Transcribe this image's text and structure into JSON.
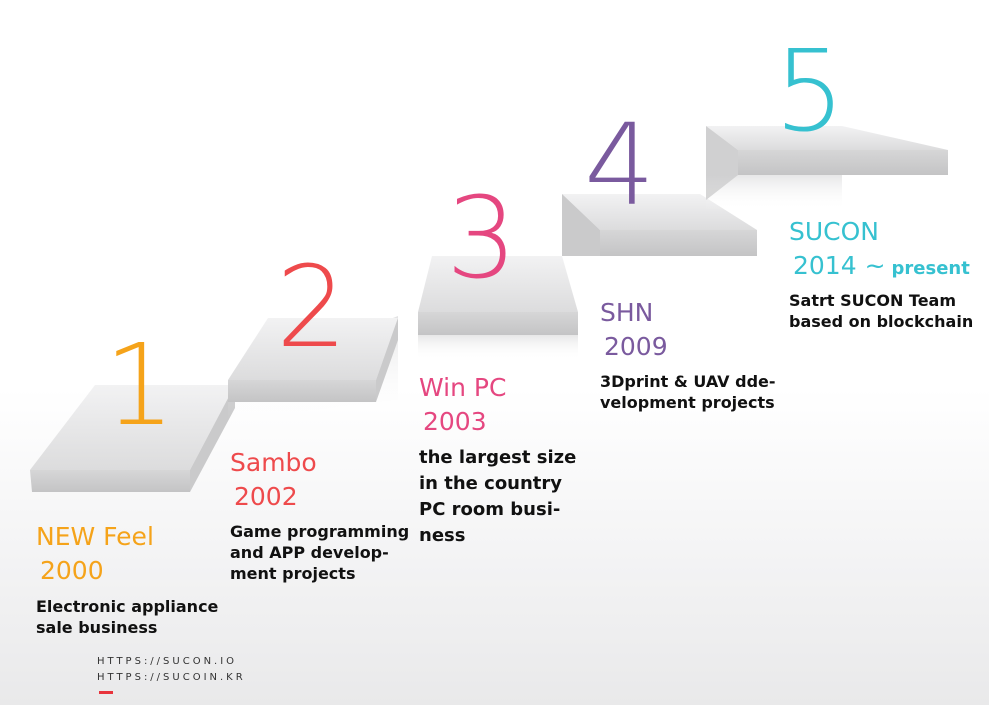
{
  "colors": {
    "step1": "#f5a31a",
    "step2": "#ee4a4c",
    "step3": "#e54780",
    "step4": "#7a5a9e",
    "step5": "#36c1d0"
  },
  "steps": [
    {
      "number": "1",
      "company": "NEW Feel",
      "year": "2000",
      "description_lines": [
        "Electronic appliance",
        "sale business"
      ]
    },
    {
      "number": "2",
      "company": "Sambo",
      "year": "2002",
      "description_lines": [
        "Game programming",
        "and APP develop-",
        "ment projects"
      ]
    },
    {
      "number": "3",
      "company": "Win PC",
      "year": "2003",
      "description_lines": [
        "the largest size",
        "in the country",
        "PC room busi-",
        "ness"
      ]
    },
    {
      "number": "4",
      "company": "SHN",
      "year": "2009",
      "description_lines": [
        "3Dprint & UAV dde-",
        "velopment projects"
      ]
    },
    {
      "number": "5",
      "company": "SUCON",
      "year": "2014 ~",
      "year_suffix": "present",
      "description_lines": [
        "Satrt SUCON Team",
        "based on blockchain"
      ]
    }
  ],
  "footer": {
    "urls": [
      "HTTPS://SUCON.IO",
      "HTTPS://SUCOIN.KR"
    ]
  }
}
